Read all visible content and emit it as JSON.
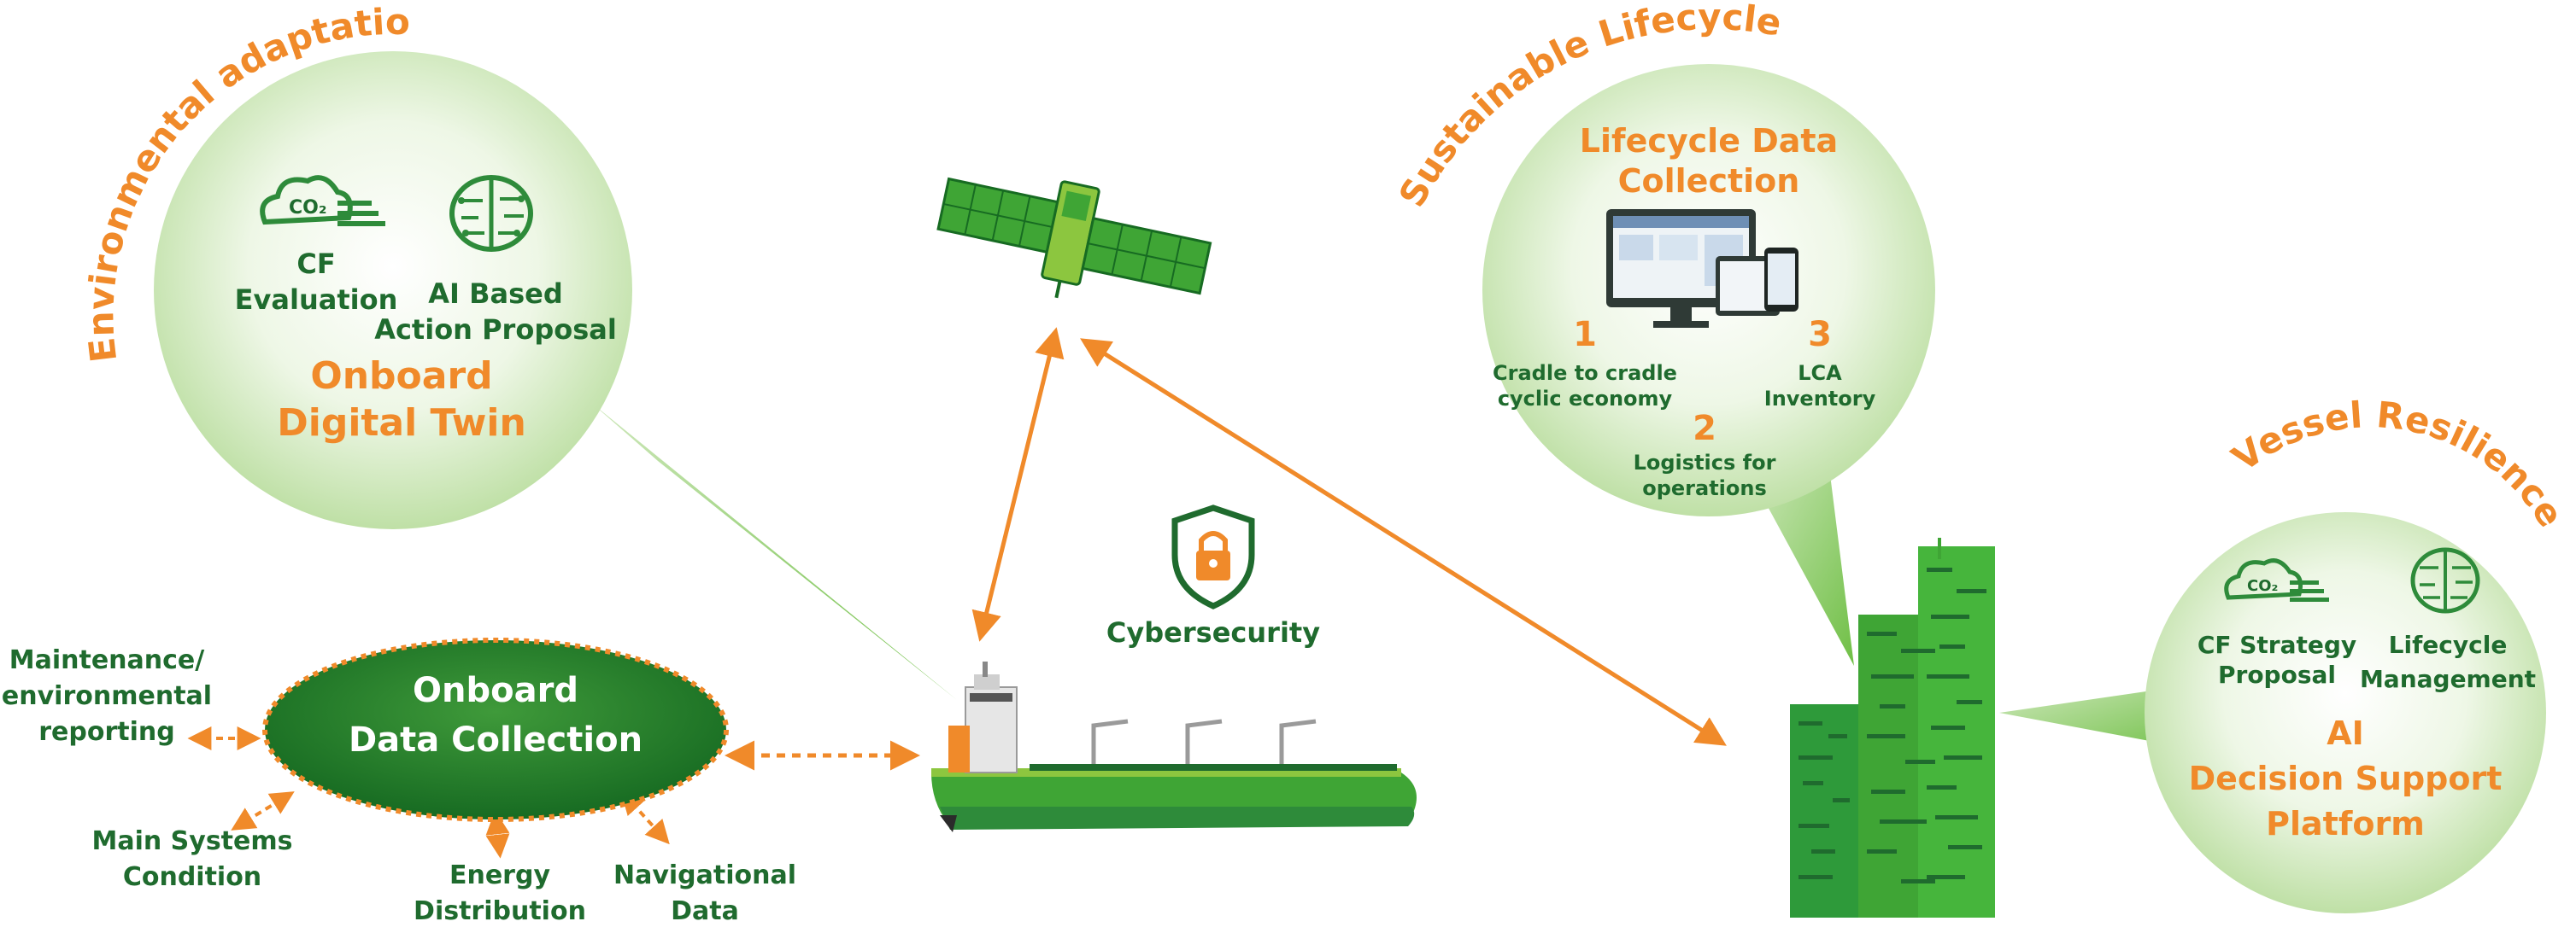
{
  "arcs": {
    "environmental": "Environmental adaptation",
    "sustainable": "Sustainable Lifecycle",
    "resilience": "Vessel Resilience"
  },
  "twin": {
    "cf_line1": "CF",
    "cf_line2": "Evaluation",
    "ai_line1": "AI Based",
    "ai_line2": "Action Proposal",
    "title_line1": "Onboard",
    "title_line2": "Digital Twin",
    "co2_label": "CO₂"
  },
  "lifecycle": {
    "title_line1": "Lifecycle Data",
    "title_line2": "Collection",
    "item1_num": "1",
    "item1_line1": "Cradle to cradle",
    "item1_line2": "cyclic economy",
    "item2_num": "2",
    "item2_line1": "Logistics for",
    "item2_line2": "operations",
    "item3_num": "3",
    "item3_line1": "LCA",
    "item3_line2": "Inventory"
  },
  "decision": {
    "cf_line1": "CF Strategy",
    "cf_line2": "Proposal",
    "lm_line1": "Lifecycle",
    "lm_line2": "Management",
    "title_line1": "AI",
    "title_line2": "Decision Support",
    "title_line3": "Platform",
    "co2_label": "CO₂"
  },
  "collection": {
    "title_line1": "Onboard",
    "title_line2": "Data Collection"
  },
  "outputs": {
    "maintenance_line1": "Maintenance/",
    "maintenance_line2": "environmental",
    "maintenance_line3": "reporting",
    "main_line1": "Main Systems",
    "main_line2": "Condition",
    "energy_line1": "Energy",
    "energy_line2": "Distribution",
    "nav_line1": "Navigational",
    "nav_line2": "Data"
  },
  "cyber": {
    "label": "Cybersecurity"
  },
  "colors": {
    "dark_green": "#1f6b2e",
    "mid_green": "#3fa535",
    "light_green": "#8cc63f",
    "orange": "#f08a2a",
    "bubble": "#dcefcf"
  },
  "icons": [
    "co2-cloud-icon",
    "brain-circuit-icon",
    "satellite-icon",
    "shield-lock-icon",
    "ship-icon",
    "building-icon",
    "devices-icon"
  ]
}
